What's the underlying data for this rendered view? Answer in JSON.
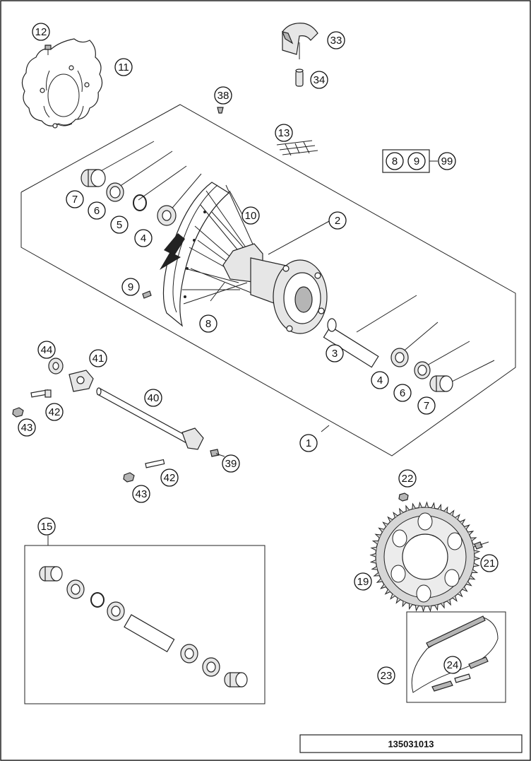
{
  "reference_number": "135031013",
  "kit_label": "99",
  "kit_parts": [
    "8",
    "9"
  ],
  "callouts": [
    {
      "id": "c1",
      "label": "1"
    },
    {
      "id": "c2",
      "label": "2"
    },
    {
      "id": "c3",
      "label": "3"
    },
    {
      "id": "c4a",
      "label": "4"
    },
    {
      "id": "c4b",
      "label": "4"
    },
    {
      "id": "c5",
      "label": "5"
    },
    {
      "id": "c6a",
      "label": "6"
    },
    {
      "id": "c6b",
      "label": "6"
    },
    {
      "id": "c7a",
      "label": "7"
    },
    {
      "id": "c7b",
      "label": "7"
    },
    {
      "id": "c8",
      "label": "8"
    },
    {
      "id": "c9",
      "label": "9"
    },
    {
      "id": "c10",
      "label": "10"
    },
    {
      "id": "c11",
      "label": "11"
    },
    {
      "id": "c12",
      "label": "12"
    },
    {
      "id": "c13",
      "label": "13"
    },
    {
      "id": "c15",
      "label": "15"
    },
    {
      "id": "c19",
      "label": "19"
    },
    {
      "id": "c21",
      "label": "21"
    },
    {
      "id": "c22",
      "label": "22"
    },
    {
      "id": "c23",
      "label": "23"
    },
    {
      "id": "c24",
      "label": "24"
    },
    {
      "id": "c33",
      "label": "33"
    },
    {
      "id": "c34",
      "label": "34"
    },
    {
      "id": "c38",
      "label": "38"
    },
    {
      "id": "c39",
      "label": "39"
    },
    {
      "id": "c40",
      "label": "40"
    },
    {
      "id": "c41",
      "label": "41"
    },
    {
      "id": "c42a",
      "label": "42"
    },
    {
      "id": "c42b",
      "label": "42"
    },
    {
      "id": "c43a",
      "label": "43"
    },
    {
      "id": "c43b",
      "label": "43"
    },
    {
      "id": "c44",
      "label": "44"
    }
  ]
}
